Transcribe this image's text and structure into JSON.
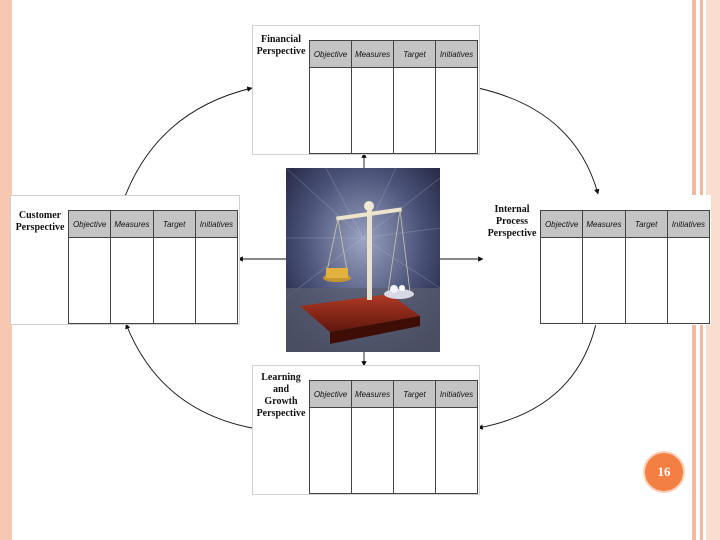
{
  "column_headers": [
    "Objective",
    "Measures",
    "Target",
    "Initiatives"
  ],
  "perspectives": {
    "financial": {
      "lines": [
        "Financial",
        "Perspective"
      ]
    },
    "customer": {
      "lines": [
        "Customer",
        "Perspective"
      ]
    },
    "internal": {
      "lines": [
        "Internal",
        "Process",
        "Perspective"
      ]
    },
    "learning": {
      "lines": [
        "Learning",
        "and",
        "Growth",
        "Perspective"
      ]
    }
  },
  "center_image": {
    "icon": "balance-scale-icon"
  },
  "slide_number": "16",
  "colors": {
    "accent": "#f47f42",
    "stripe": "#f7c7b2",
    "header_fill": "#c4c4c4"
  }
}
